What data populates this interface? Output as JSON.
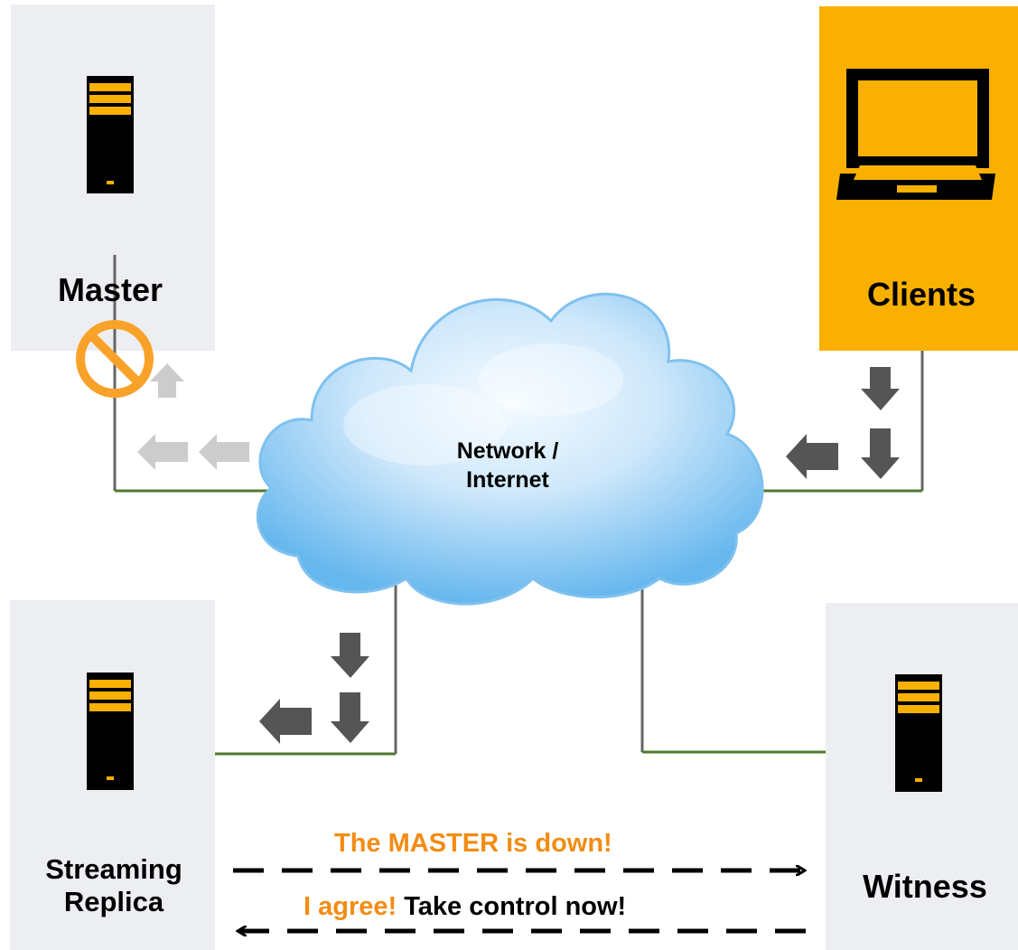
{
  "nodes": {
    "master": {
      "label": "Master"
    },
    "clients": {
      "label": "Clients"
    },
    "replica": {
      "label_line1": "Streaming",
      "label_line2": "Replica"
    },
    "witness": {
      "label": "Witness"
    }
  },
  "network": {
    "line1": "Network /",
    "line2": "Internet"
  },
  "messages": {
    "master_down": "The MASTER is down!",
    "agree": "I agree!",
    "take_control": "Take control now!"
  },
  "colors": {
    "node_bg": "#eceef2",
    "clients_bg": "#f9b000",
    "accent_orange": "#f28c13",
    "line_green": "#4f7a2e",
    "line_gray": "#666666",
    "arrow_dark": "#555555",
    "arrow_light": "#cccccc"
  }
}
